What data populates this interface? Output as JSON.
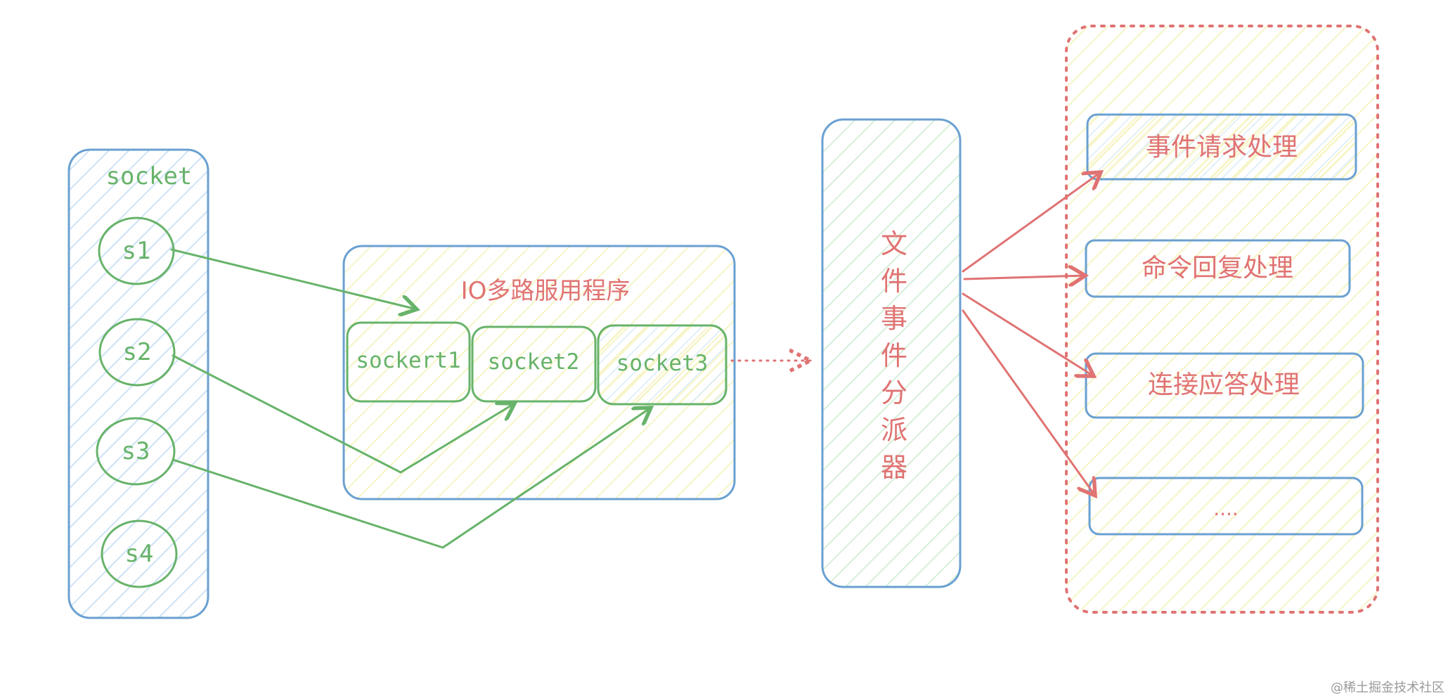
{
  "colors": {
    "blue_stroke": "#6aa0d1",
    "blue_fill": "#d8e9fa",
    "green_stroke": "#67b36a",
    "green_fill": "#ddf1de",
    "yellow_fill": "#f6f5bf",
    "red_stroke": "#e07373",
    "red_text": "#e07373",
    "watermark": "#9a9a9a"
  },
  "socket_group": {
    "title": "socket",
    "items": [
      "s1",
      "s2",
      "s3",
      "s4"
    ]
  },
  "multiplexer": {
    "title": "IO多路服用程序",
    "slots": [
      "sockert1",
      "socket2",
      "socket3"
    ]
  },
  "dispatcher": {
    "chars": [
      "文",
      "件",
      "事",
      "件",
      "分",
      "派",
      "器"
    ]
  },
  "handlers": {
    "items": [
      "事件请求处理",
      "命令回复处理",
      "连接应答处理",
      "...."
    ]
  },
  "watermark": {
    "text": "@稀土掘金技术社区"
  }
}
